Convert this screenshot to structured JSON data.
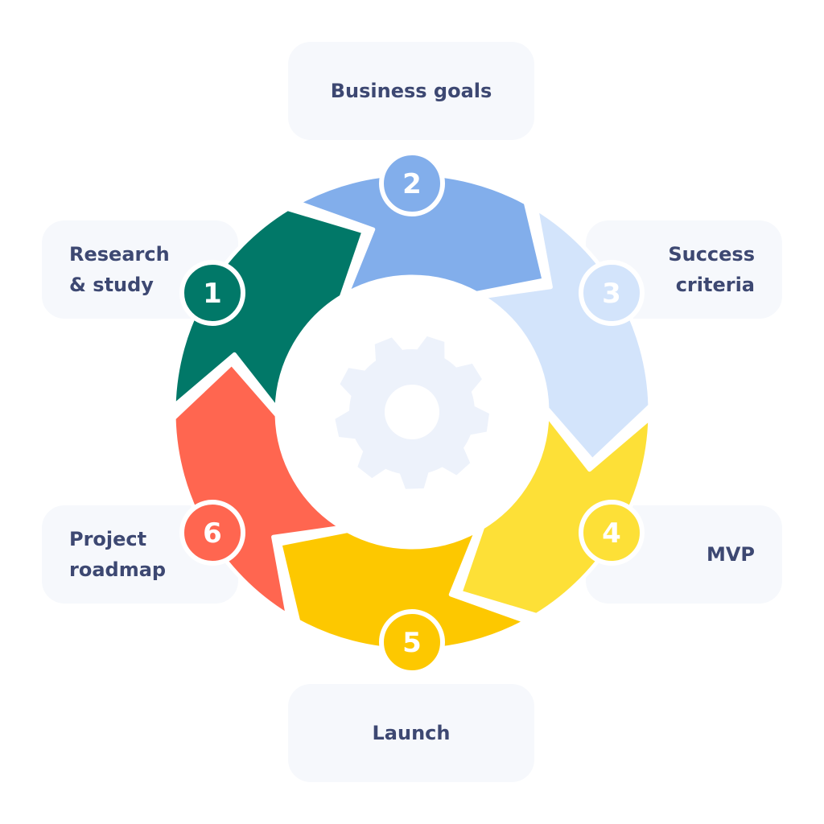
{
  "steps": [
    {
      "number": "1",
      "label": "Research\n& study",
      "color": "#017868"
    },
    {
      "number": "2",
      "label": "Business goals",
      "color": "#82aeeb"
    },
    {
      "number": "3",
      "label": "Success\ncriteria",
      "color": "#d3e4fb"
    },
    {
      "number": "4",
      "label": "MVP",
      "color": "#fde037"
    },
    {
      "number": "5",
      "label": "Launch",
      "color": "#fdc800"
    },
    {
      "number": "6",
      "label": "Project\nroadmap",
      "color": "#ff6650"
    }
  ],
  "colors": {
    "card_background": "#f6f8fc",
    "label_text": "#3d4872",
    "gear": "#edf2fb"
  },
  "icons": {
    "center": "gear-icon"
  }
}
